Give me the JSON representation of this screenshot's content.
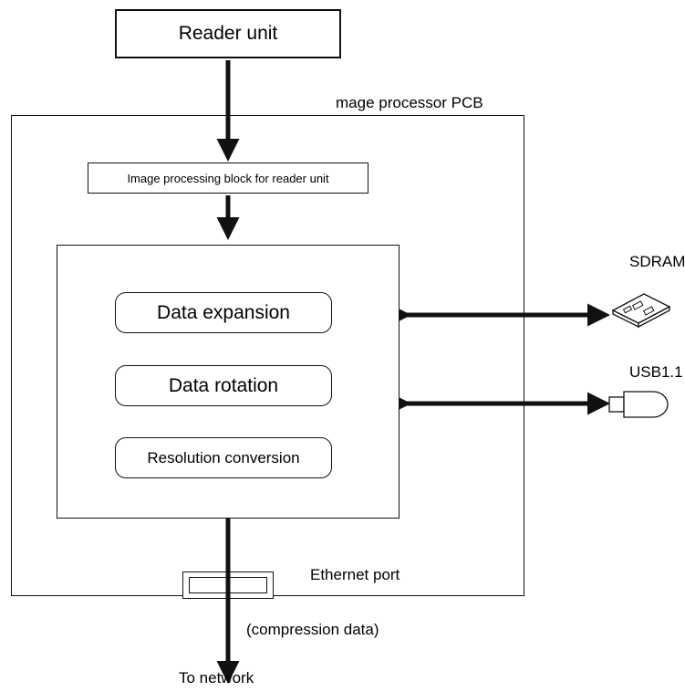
{
  "reader_unit": {
    "label": "Reader unit"
  },
  "pcb": {
    "label": "mage processor PCB"
  },
  "image_block": {
    "label": "Image processing block for reader unit"
  },
  "functions": [
    {
      "label": "Data expansion"
    },
    {
      "label": "Data rotation"
    },
    {
      "label": "Resolution conversion"
    }
  ],
  "sdram": {
    "label": "SDRAM"
  },
  "usb": {
    "label": "USB1.1"
  },
  "ethernet": {
    "label": "Ethernet port"
  },
  "compression": {
    "label": "(compression data)"
  },
  "network": {
    "label": "To network"
  }
}
